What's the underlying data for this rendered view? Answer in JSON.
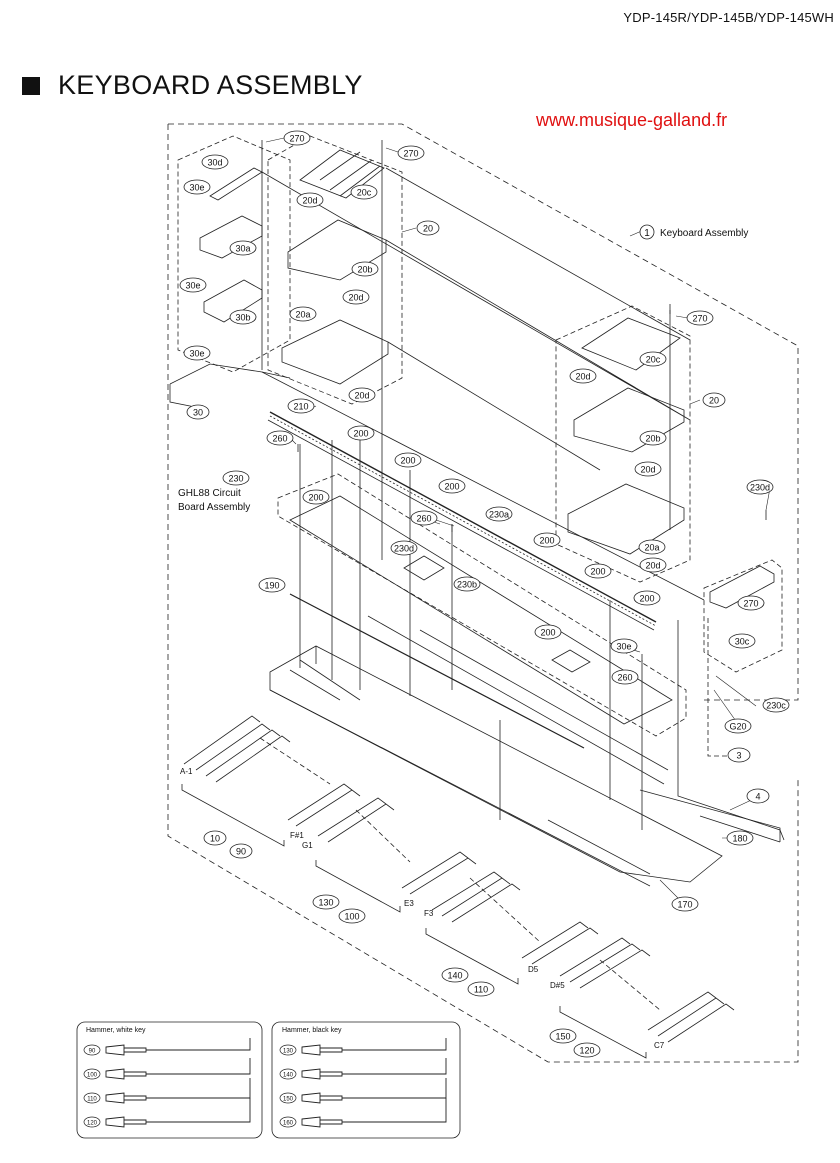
{
  "header": {
    "model": "YDP-145R/YDP-145B/YDP-145WH",
    "title": "KEYBOARD ASSEMBLY",
    "watermark": "www.musique-galland.fr"
  },
  "labels": {
    "keyboard_assembly_num": "1",
    "keyboard_assembly": "Keyboard Assembly",
    "ghl88_line1": "GHL88 Circuit",
    "ghl88_line2": "Board Assembly"
  },
  "callouts": [
    "270",
    "270",
    "30d",
    "30e",
    "20c",
    "20d",
    "20",
    "30a",
    "20b",
    "30e",
    "20d",
    "30b",
    "20a",
    "30e",
    "20d",
    "30",
    "270",
    "20c",
    "20d",
    "20",
    "20b",
    "20d",
    "210",
    "200",
    "260",
    "200",
    "230",
    "200",
    "200",
    "230a",
    "260",
    "200",
    "230d",
    "200",
    "190",
    "230b",
    "200",
    "20a",
    "20d",
    "200",
    "230d",
    "270",
    "30c",
    "30e",
    "260",
    "230c",
    "G20",
    "3",
    "4",
    "180",
    "170",
    "10",
    "90",
    "130",
    "100",
    "140",
    "110",
    "150",
    "120",
    "160"
  ],
  "note_labels": [
    "A-1",
    "F#1",
    "G1",
    "E3",
    "F3",
    "D5",
    "D#5",
    "C7"
  ],
  "inset_white": {
    "title": "Hammer, white key",
    "items": [
      "90",
      "100",
      "110",
      "120"
    ]
  },
  "inset_black": {
    "title": "Hammer, black key",
    "items": [
      "130",
      "140",
      "150",
      "160"
    ]
  }
}
